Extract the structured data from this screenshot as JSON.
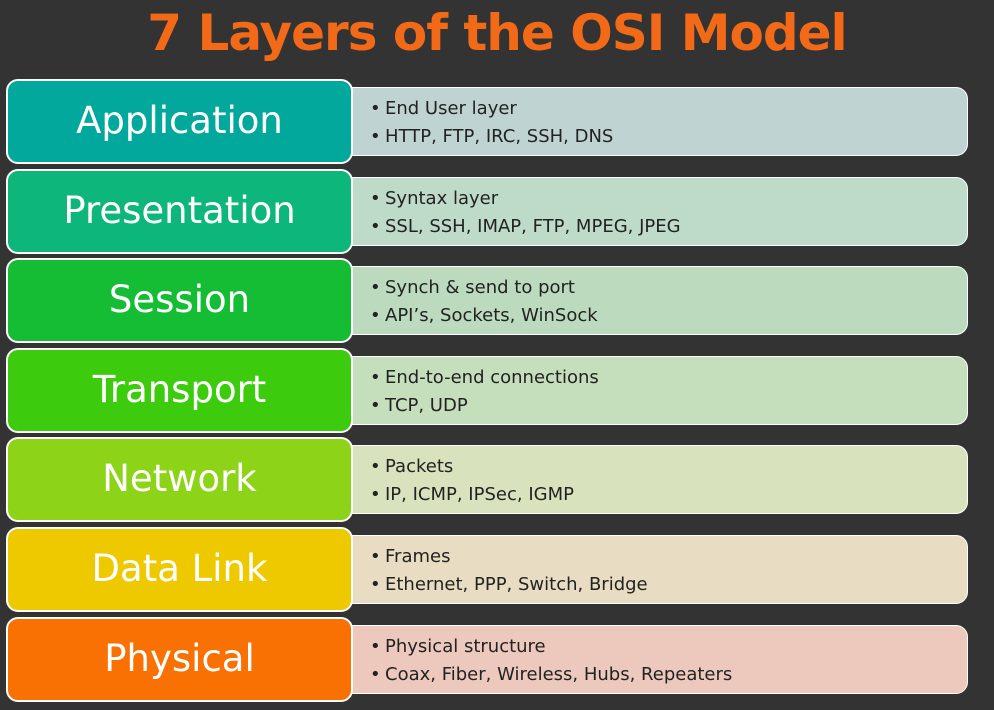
{
  "title": "7 Layers of the OSI Model",
  "layers": [
    {
      "name": "Application",
      "color": "#02a89b",
      "desc_color": "#bfd4d2",
      "items": [
        "End User layer",
        "HTTP, FTP, IRC, SSH, DNS"
      ]
    },
    {
      "name": "Presentation",
      "color": "#0db67a",
      "desc_color": "#bedac8",
      "items": [
        "Syntax layer",
        "SSL, SSH, IMAP, FTP, MPEG, JPEG"
      ]
    },
    {
      "name": "Session",
      "color": "#14bd33",
      "desc_color": "#bcdbbe",
      "items": [
        "Synch & send to port",
        "API’s, Sockets, WinSock"
      ]
    },
    {
      "name": "Transport",
      "color": "#3ccb0d",
      "desc_color": "#c5dfbc",
      "items": [
        "End-to-end connections",
        "TCP, UDP"
      ]
    },
    {
      "name": "Network",
      "color": "#8dd418",
      "desc_color": "#d8e3bd",
      "items": [
        "Packets",
        "IP, ICMP, IPSec, IGMP"
      ]
    },
    {
      "name": "Data Link",
      "color": "#eec900",
      "desc_color": "#e8dcc2",
      "items": [
        "Frames",
        "Ethernet, PPP, Switch, Bridge"
      ]
    },
    {
      "name": "Physical",
      "color": "#f97003",
      "desc_color": "#ecc8bd",
      "items": [
        "Physical structure",
        "Coax, Fiber, Wireless, Hubs, Repeaters"
      ]
    }
  ]
}
